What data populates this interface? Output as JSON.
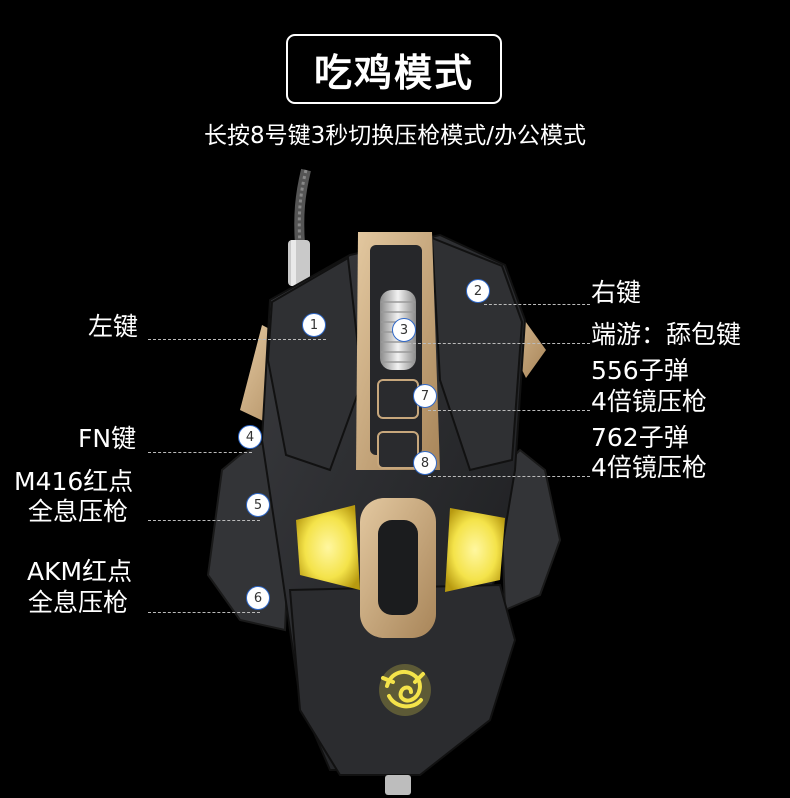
{
  "title": "吃鸡模式",
  "subtitle": "长按8号键3秒切换压枪模式/办公模式",
  "colors": {
    "background": "#000000",
    "shell": "#2a2b2e",
    "gold": "#c7a77c",
    "glow": "#f4e34a",
    "badge_border": "#2f68c8"
  },
  "labels": {
    "left_click": "左键",
    "right_click": "右键",
    "wheel": "端游：舔包键",
    "b7_line1": "556子弹",
    "b7_line2": "4倍镜压枪",
    "b8_line1": "762子弹",
    "b8_line2": "4倍镜压枪",
    "fn": "FN键",
    "b5_line1": "M416红点",
    "b5_line2": "全息压枪",
    "b6_line1": "AKM红点",
    "b6_line2": "全息压枪"
  },
  "badges": [
    "1",
    "2",
    "3",
    "4",
    "5",
    "6",
    "7",
    "8"
  ],
  "icons": {
    "logo": "dragon-logo-icon"
  }
}
